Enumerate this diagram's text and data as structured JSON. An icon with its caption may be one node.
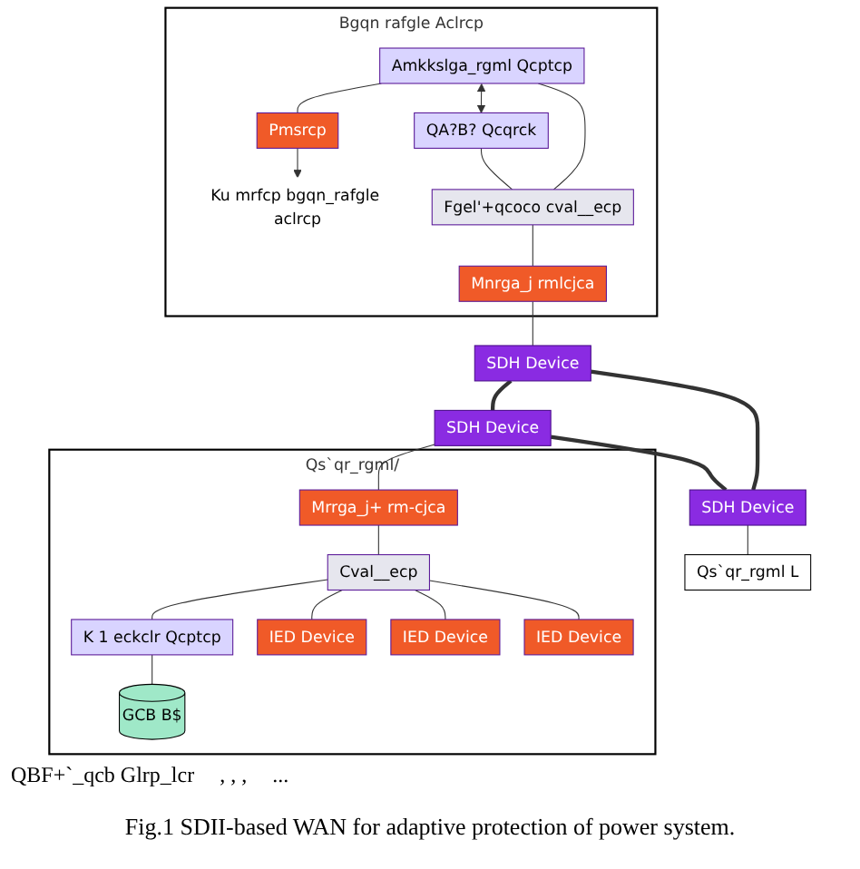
{
  "diagram": {
    "caption": "Fig.1 SDII-based WAN for adaptive protection of power system.",
    "nodes": [
      {
        "text": [
          "Bgqn rafgle Aclrcp"
        ]
      },
      {
        "text": [
          "Ku mrfcp bgqn_rafgle aclrcp"
        ],
        "in": 0
      },
      {
        "text": [
          "Pmsrcp"
        ],
        "in": 0
      },
      {
        "text": [
          "Amkkslga_rgml Qcptcp"
        ],
        "in": 0
      },
      {
        "text": [
          "QA?B? Qcqrck"
        ],
        "in": 0
      },
      {
        "text": [
          "Fgel'+qcoco cval__ecp"
        ],
        "in": 0
      },
      {
        "text": [
          "Mnrga_j rmlcjca"
        ],
        "in": 0
      },
      {
        "text": [
          "SDH Device"
        ]
      },
      {
        "text": [
          "SDH Device"
        ]
      },
      {
        "text": [
          "SDH Device"
        ]
      },
      {
        "text": [
          "Qs`qr_rgml/"
        ]
      },
      {
        "text": [
          "Mrrga_j+ rm-cjca"
        ],
        "in": 10
      },
      {
        "text": [
          "Cval__ecp"
        ],
        "in": 10
      },
      {
        "text": [
          "K 1 eckclr Qcptcp"
        ],
        "in": 10
      },
      {
        "text": [
          "GCB B$"
        ],
        "in": 10
      },
      {
        "text": [
          "IED Device"
        ],
        "in": 10
      },
      {
        "text": [
          "IED Device"
        ],
        "in": 10
      },
      {
        "text": [
          "IED Device"
        ],
        "in": 10
      },
      {
        "text": [
          "Qs`qr_rgml L"
        ]
      }
    ],
    "edges": [
      {
        "from": 3,
        "to": 2,
        "arrow": "none"
      },
      {
        "from": 2,
        "to": 1,
        "arrow": "to"
      },
      {
        "from": 3,
        "to": 4,
        "arrow": "both"
      },
      {
        "from": 3,
        "to": 5,
        "arrow": "none"
      },
      {
        "from": 4,
        "to": 5,
        "arrow": "none"
      },
      {
        "from": 5,
        "to": 6,
        "arrow": "none"
      },
      {
        "from": 6,
        "to": 7,
        "arrow": "none"
      },
      {
        "from": 7,
        "to": 8,
        "arrow": "none",
        "style": "thick"
      },
      {
        "from": 7,
        "to": 9,
        "arrow": "none",
        "style": "thick"
      },
      {
        "from": 8,
        "to": 9,
        "arrow": "none",
        "style": "thick"
      },
      {
        "from": 8,
        "to": 11,
        "arrow": "none"
      },
      {
        "from": 11,
        "to": 12,
        "arrow": "none"
      },
      {
        "from": 12,
        "to": 13,
        "arrow": "none"
      },
      {
        "from": 13,
        "to": 14,
        "arrow": "none"
      },
      {
        "from": 12,
        "to": 15,
        "arrow": "none"
      },
      {
        "from": 12,
        "to": 16,
        "arrow": "none"
      },
      {
        "from": 12,
        "to": 17,
        "arrow": "none"
      },
      {
        "from": 9,
        "to": 18,
        "arrow": "none"
      }
    ],
    "labels": [
      "QBF+`_qcb Glrp_lcr",
      ", , ,",
      "..."
    ]
  }
}
